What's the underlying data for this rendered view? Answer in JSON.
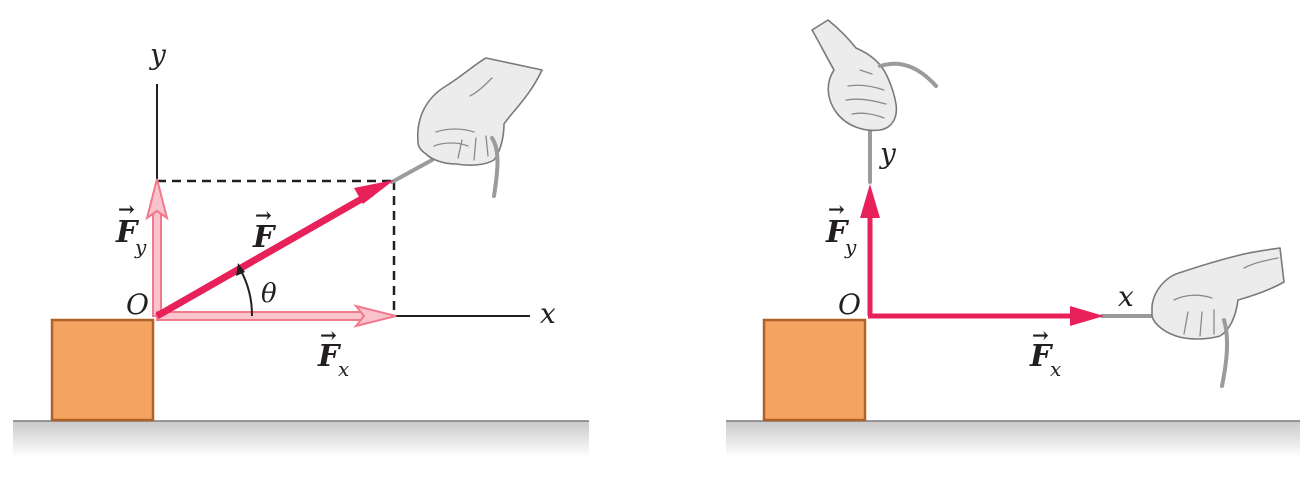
{
  "colors": {
    "force_vector": "#e8215a",
    "component_vector": "#f07a8c",
    "component_fill": "#f9c3cb",
    "block_fill": "#f4a460",
    "block_stroke": "#b0612a",
    "ground": "#c9c9c9",
    "axis": "#231f20",
    "rope": "#9b9b9b"
  },
  "icons": [
    "hand-icon",
    "rope-icon"
  ],
  "left_panel": {
    "origin_label": "O",
    "x_axis_label": "x",
    "y_axis_label": "y",
    "force_label": "F",
    "fx_main": "F",
    "fx_sub": "x",
    "fy_main": "F",
    "fy_sub": "y",
    "angle_label": "θ",
    "vector_arrow": "→"
  },
  "right_panel": {
    "origin_label": "O",
    "x_axis_label": "x",
    "y_axis_label": "y",
    "fx_main": "F",
    "fx_sub": "x",
    "fy_main": "F",
    "fy_sub": "y",
    "vector_arrow": "→"
  }
}
